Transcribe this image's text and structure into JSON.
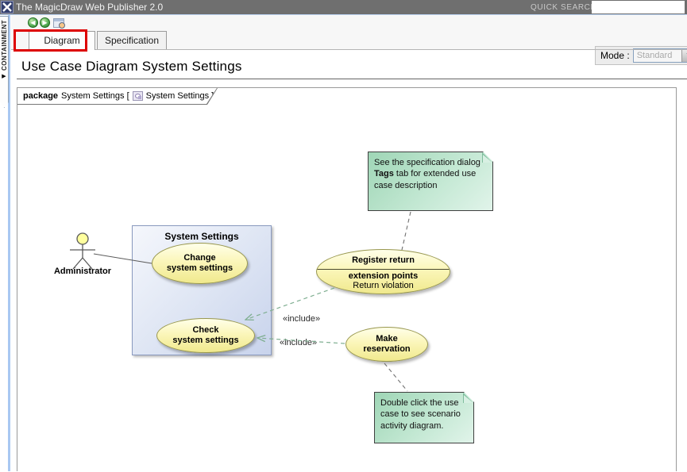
{
  "titlebar": {
    "title": "The MagicDraw Web Publisher 2.0",
    "quick_search_label": "QUICK SEARCH:",
    "quick_search_value": "",
    "logo_icon": "magicdraw-logo"
  },
  "toolbar": {
    "back_icon": "circle-left-arrow",
    "back_glyph": "◀",
    "forward_icon": "circle-right-arrow",
    "forward_glyph": "▶",
    "search_icon": "window-magnifier"
  },
  "tabs": {
    "diagram": "Diagram",
    "specification": "Specification"
  },
  "mode": {
    "label": "Mode :",
    "value": "Standard",
    "arrow_glyph": "▼",
    "enabled": false
  },
  "sidebar": {
    "tab_label": "CONTAINMENT",
    "arrow_glyph": "▶"
  },
  "page": {
    "title": "Use Case Diagram System Settings"
  },
  "frame_header": {
    "keyword": "package",
    "before_icon": "System Settings [",
    "icon": "use-case-diagram-icon",
    "after_icon": "System Settings ]"
  },
  "diagram": {
    "actor": {
      "label": "Administrator"
    },
    "system_box": {
      "title": "System Settings"
    },
    "usecases": {
      "change": {
        "line1": "Change",
        "line2": "system settings"
      },
      "check": {
        "line1": "Check",
        "line2": "system settings"
      },
      "make": {
        "line1": "Make",
        "line2": "reservation"
      },
      "register": {
        "title": "Register return",
        "extension_header": "extension points",
        "extension_point": "Return violation"
      }
    },
    "edges": {
      "include1": "«include»",
      "include2": "«include»"
    },
    "notes": {
      "top": {
        "pre": "See the specification dialog ",
        "bold": "Tags",
        "post": " tab for extended use case description"
      },
      "bottom": {
        "text": "Double click the use case to see scenario activity diagram."
      }
    },
    "colors": {
      "usecase_fill": "#f0e98d",
      "usecase_border": "#98974f",
      "system_box_fill": "#c8d3ec",
      "note_fill": "#a5dcbc",
      "include_line": "#7fae91",
      "highlight_box": "#dd0000",
      "titlebar_bg": "#6f6f6f"
    }
  }
}
